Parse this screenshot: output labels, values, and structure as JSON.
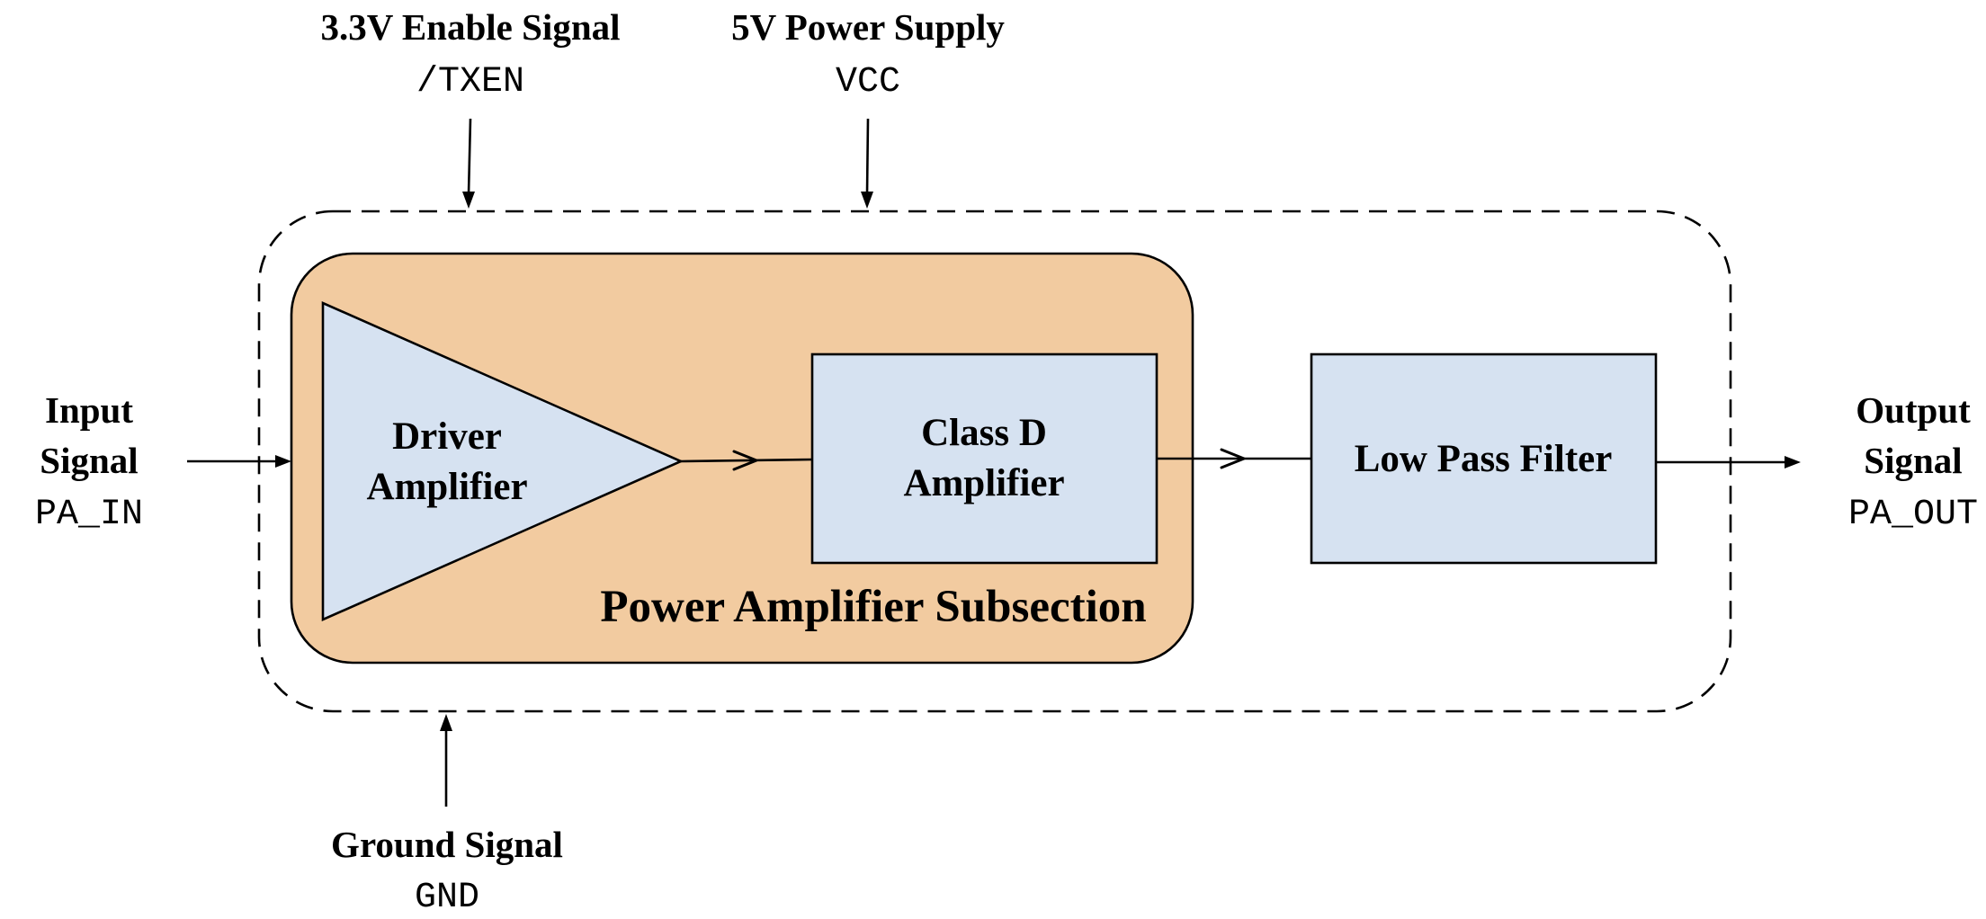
{
  "colors": {
    "subsection_fill": "#F2CBA0",
    "block_fill": "#D6E2F1",
    "stroke": "#000000",
    "background": "#FFFFFF"
  },
  "signals": {
    "enable": {
      "title": "3.3V Enable Signal",
      "code": "/TXEN"
    },
    "power": {
      "title": "5V Power Supply",
      "code": "VCC"
    },
    "ground": {
      "title": "Ground Signal",
      "code": "GND"
    },
    "input": {
      "title_line1": "Input",
      "title_line2": "Signal",
      "code": "PA_IN"
    },
    "output": {
      "title_line1": "Output",
      "title_line2": "Signal",
      "code": "PA_OUT"
    }
  },
  "blocks": {
    "driver": {
      "line1": "Driver",
      "line2": "Amplifier"
    },
    "class_d": {
      "line1": "Class D",
      "line2": "Amplifier"
    },
    "lpf": {
      "label": "Low Pass Filter"
    }
  },
  "subsection": {
    "label": "Power Amplifier Subsection"
  }
}
